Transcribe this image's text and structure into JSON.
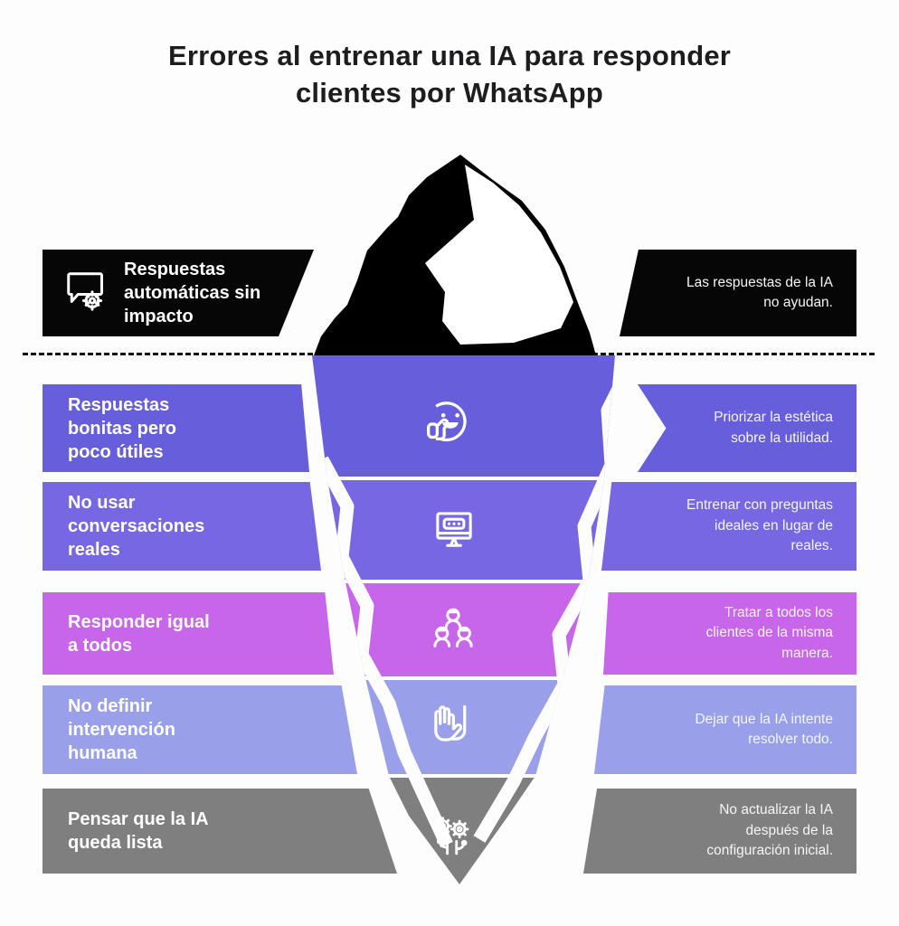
{
  "title": "Errores al entrenar una IA para responder clientes por WhatsApp",
  "colors": {
    "background": "#FDFDFD",
    "title_text": "#1D1D1F",
    "row1": "#060606",
    "row2": "#675EDB",
    "row3": "#7767E2",
    "row4": "#C766E8",
    "row5": "#99A0E9",
    "row6": "#7F7F7F",
    "label_text": "#FFFFFF",
    "iceberg_tip": "#000000",
    "waterline": "#141414"
  },
  "rows": [
    {
      "label": "Respuestas automáticas sin impacto",
      "desc": "Las respuestas de la IA no ayudan.",
      "icon": "chat-bubble-gear-icon",
      "position": "above-water"
    },
    {
      "label": "Respuestas bonitas pero poco útiles",
      "desc": "Priorizar la estética sobre la utilidad.",
      "icon": "smiley-thumbs-up-icon",
      "position": "below-water"
    },
    {
      "label": "No usar conversaciones reales",
      "desc": "Entrenar con preguntas ideales en lugar de reales.",
      "icon": "monitor-message-icon",
      "position": "below-water"
    },
    {
      "label": "Responder igual a todos",
      "desc": "Tratar a todos los clientes de la misma manera.",
      "icon": "people-group-icon",
      "position": "below-water"
    },
    {
      "label": "No definir intervención humana",
      "desc": "Dejar que la IA intente resolver todo.",
      "icon": "hand-stop-icon",
      "position": "below-water"
    },
    {
      "label": "Pensar que la IA queda lista",
      "desc": "No actualizar la IA después de la configuración inicial.",
      "icon": "gear-flowers-icon",
      "position": "below-water"
    }
  ]
}
